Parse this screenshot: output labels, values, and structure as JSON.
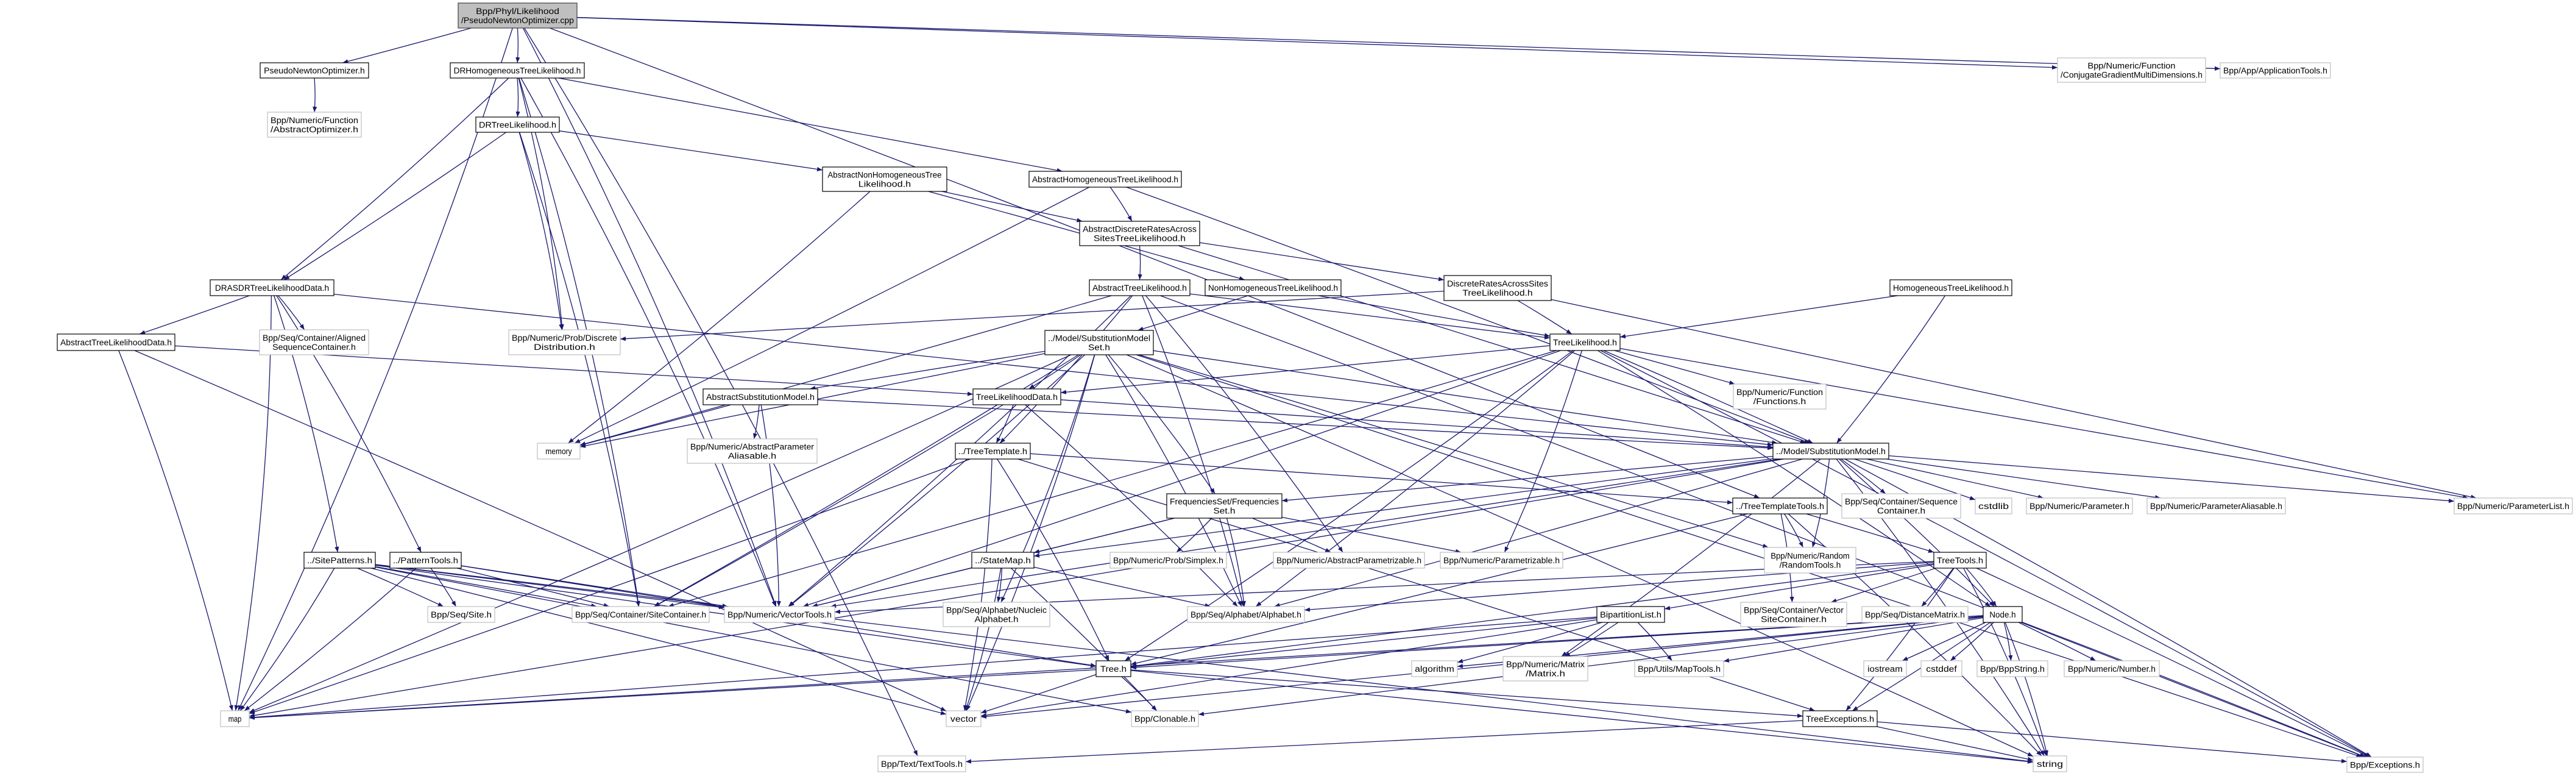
{
  "colors": {
    "edge": "#191970",
    "documented_border": "#000000",
    "external_border": "#bfbfbf",
    "root_fill": "#bfbfbf",
    "node_fill": "#ffffff"
  },
  "nodes": [
    {
      "id": "root",
      "kind": "root",
      "lines": [
        "Bpp/Phyl/Likelihood",
        "/PseudoNewtonOptimizer.cpp"
      ]
    },
    {
      "id": "pno",
      "kind": "doc",
      "lines": [
        "PseudoNewtonOptimizer.h"
      ]
    },
    {
      "id": "absopt",
      "kind": "ext",
      "lines": [
        "Bpp/Numeric/Function",
        "/AbstractOptimizer.h"
      ]
    },
    {
      "id": "drhtl",
      "kind": "doc",
      "lines": [
        "DRHomogeneousTreeLikelihood.h"
      ]
    },
    {
      "id": "drtl",
      "kind": "doc",
      "lines": [
        "DRTreeLikelihood.h"
      ]
    },
    {
      "id": "anhtl",
      "kind": "doc",
      "lines": [
        "AbstractNonHomogeneousTree",
        "Likelihood.h"
      ]
    },
    {
      "id": "ahtl",
      "kind": "doc",
      "lines": [
        "AbstractHomogeneousTreeLikelihood.h"
      ]
    },
    {
      "id": "adrastl",
      "kind": "doc",
      "lines": [
        "AbstractDiscreteRatesAcross",
        "SitesTreeLikelihood.h"
      ]
    },
    {
      "id": "drasdr",
      "kind": "doc",
      "lines": [
        "DRASDRTreeLikelihoodData.h"
      ]
    },
    {
      "id": "atld",
      "kind": "doc",
      "lines": [
        "AbstractTreeLikelihoodData.h"
      ]
    },
    {
      "id": "aligned",
      "kind": "ext",
      "lines": [
        "Bpp/Seq/Container/Aligned",
        "SequenceContainer.h"
      ]
    },
    {
      "id": "discdist",
      "kind": "ext",
      "lines": [
        "Bpp/Numeric/Prob/Discrete",
        "Distribution.h"
      ]
    },
    {
      "id": "memory",
      "kind": "ext",
      "lines": [
        "memory"
      ]
    },
    {
      "id": "atl",
      "kind": "doc",
      "lines": [
        "AbstractTreeLikelihood.h"
      ]
    },
    {
      "id": "nhtl",
      "kind": "doc",
      "lines": [
        "NonHomogeneousTreeLikelihood.h"
      ]
    },
    {
      "id": "drastl",
      "kind": "doc",
      "lines": [
        "DiscreteRatesAcrossSites",
        "TreeLikelihood.h"
      ]
    },
    {
      "id": "htl",
      "kind": "doc",
      "lines": [
        "HomogeneousTreeLikelihood.h"
      ]
    },
    {
      "id": "tl",
      "kind": "doc",
      "lines": [
        "TreeLikelihood.h"
      ]
    },
    {
      "id": "functions",
      "kind": "ext",
      "lines": [
        "Bpp/Numeric/Function",
        "/Functions.h"
      ]
    },
    {
      "id": "sms",
      "kind": "doc",
      "lines": [
        "../Model/SubstitutionModel",
        "Set.h"
      ]
    },
    {
      "id": "asm",
      "kind": "doc",
      "lines": [
        "AbstractSubstitutionModel.h"
      ]
    },
    {
      "id": "tld",
      "kind": "doc",
      "lines": [
        "TreeLikelihoodData.h"
      ]
    },
    {
      "id": "apa",
      "kind": "ext",
      "lines": [
        "Bpp/Numeric/AbstractParameter",
        "Aliasable.h"
      ]
    },
    {
      "id": "tt",
      "kind": "doc",
      "lines": [
        "../TreeTemplate.h"
      ]
    },
    {
      "id": "sm",
      "kind": "doc",
      "lines": [
        "../Model/SubstitutionModel.h"
      ]
    },
    {
      "id": "ttt",
      "kind": "doc",
      "lines": [
        "../TreeTemplateTools.h"
      ]
    },
    {
      "id": "seqcont",
      "kind": "ext",
      "lines": [
        "Bpp/Seq/Container/Sequence",
        "Container.h"
      ]
    },
    {
      "id": "cstdlib",
      "kind": "ext",
      "lines": [
        "cstdlib"
      ]
    },
    {
      "id": "param",
      "kind": "ext",
      "lines": [
        "Bpp/Numeric/Parameter.h"
      ]
    },
    {
      "id": "paramal",
      "kind": "ext",
      "lines": [
        "Bpp/Numeric/ParameterAliasable.h"
      ]
    },
    {
      "id": "plist",
      "kind": "ext",
      "lines": [
        "Bpp/Numeric/ParameterList.h"
      ]
    },
    {
      "id": "freq",
      "kind": "doc",
      "lines": [
        "FrequenciesSet/Frequencies",
        "Set.h"
      ]
    },
    {
      "id": "sitepat",
      "kind": "doc",
      "lines": [
        "../SitePatterns.h"
      ]
    },
    {
      "id": "pattools",
      "kind": "doc",
      "lines": [
        "../PatternTools.h"
      ]
    },
    {
      "id": "statemap",
      "kind": "doc",
      "lines": [
        "../StateMap.h"
      ]
    },
    {
      "id": "simplex",
      "kind": "ext",
      "lines": [
        "Bpp/Numeric/Prob/Simplex.h"
      ]
    },
    {
      "id": "absparamz",
      "kind": "ext",
      "lines": [
        "Bpp/Numeric/AbstractParametrizable.h"
      ]
    },
    {
      "id": "paramz",
      "kind": "ext",
      "lines": [
        "Bpp/Numeric/Parametrizable.h"
      ]
    },
    {
      "id": "random",
      "kind": "ext",
      "lines": [
        "Bpp/Numeric/Random",
        "/RandomTools.h"
      ]
    },
    {
      "id": "treetools",
      "kind": "doc",
      "lines": [
        "TreeTools.h"
      ]
    },
    {
      "id": "site",
      "kind": "ext",
      "lines": [
        "Bpp/Seq/Site.h"
      ]
    },
    {
      "id": "sitecont",
      "kind": "ext",
      "lines": [
        "Bpp/Seq/Container/SiteContainer.h"
      ]
    },
    {
      "id": "vectools",
      "kind": "ext",
      "lines": [
        "Bpp/Numeric/VectorTools.h"
      ]
    },
    {
      "id": "nucleic",
      "kind": "ext",
      "lines": [
        "Bpp/Seq/Alphabet/Nucleic",
        "Alphabet.h"
      ]
    },
    {
      "id": "alphabet",
      "kind": "ext",
      "lines": [
        "Bpp/Seq/Alphabet/Alphabet.h"
      ]
    },
    {
      "id": "bipart",
      "kind": "doc",
      "lines": [
        "BipartitionList.h"
      ]
    },
    {
      "id": "vsc",
      "kind": "ext",
      "lines": [
        "Bpp/Seq/Container/Vector",
        "SiteContainer.h"
      ]
    },
    {
      "id": "distmat",
      "kind": "ext",
      "lines": [
        "Bpp/Seq/DistanceMatrix.h"
      ]
    },
    {
      "id": "node",
      "kind": "doc",
      "lines": [
        "Node.h"
      ]
    },
    {
      "id": "tree",
      "kind": "doc",
      "lines": [
        "Tree.h"
      ]
    },
    {
      "id": "algorithm",
      "kind": "ext",
      "lines": [
        "algorithm"
      ]
    },
    {
      "id": "matrix",
      "kind": "ext",
      "lines": [
        "Bpp/Numeric/Matrix",
        "/Matrix.h"
      ]
    },
    {
      "id": "maptools",
      "kind": "ext",
      "lines": [
        "Bpp/Utils/MapTools.h"
      ]
    },
    {
      "id": "iostream",
      "kind": "ext",
      "lines": [
        "iostream"
      ]
    },
    {
      "id": "cstddef",
      "kind": "ext",
      "lines": [
        "cstddef"
      ]
    },
    {
      "id": "bppstring",
      "kind": "ext",
      "lines": [
        "Bpp/BppString.h"
      ]
    },
    {
      "id": "number",
      "kind": "ext",
      "lines": [
        "Bpp/Numeric/Number.h"
      ]
    },
    {
      "id": "map",
      "kind": "ext",
      "lines": [
        "map"
      ]
    },
    {
      "id": "vector",
      "kind": "ext",
      "lines": [
        "vector"
      ]
    },
    {
      "id": "clonable",
      "kind": "ext",
      "lines": [
        "Bpp/Clonable.h"
      ]
    },
    {
      "id": "treeexc",
      "kind": "doc",
      "lines": [
        "TreeExceptions.h"
      ]
    },
    {
      "id": "string",
      "kind": "ext",
      "lines": [
        "string"
      ]
    },
    {
      "id": "texttools",
      "kind": "ext",
      "lines": [
        "Bpp/Text/TextTools.h"
      ]
    },
    {
      "id": "exceptions",
      "kind": "ext",
      "lines": [
        "Bpp/Exceptions.h"
      ]
    },
    {
      "id": "conjgrad",
      "kind": "ext",
      "lines": [
        "Bpp/Numeric/Function",
        "/ConjugateGradientMultiDimensions.h"
      ]
    },
    {
      "id": "apptools",
      "kind": "ext",
      "lines": [
        "Bpp/App/ApplicationTools.h"
      ]
    }
  ],
  "edges": [
    [
      "root",
      "pno"
    ],
    [
      "root",
      "drhtl"
    ],
    [
      "root",
      "map"
    ],
    [
      "root",
      "texttools"
    ],
    [
      "root",
      "vectools"
    ],
    [
      "root",
      "conjgrad"
    ],
    [
      "root",
      "apptools"
    ],
    [
      "root",
      "ttt"
    ],
    [
      "pno",
      "absopt"
    ],
    [
      "drhtl",
      "drtl"
    ],
    [
      "drhtl",
      "drasdr"
    ],
    [
      "drhtl",
      "ahtl"
    ],
    [
      "drhtl",
      "discdist"
    ],
    [
      "drhtl",
      "vectools"
    ],
    [
      "drhtl",
      "sitecont"
    ],
    [
      "drtl",
      "anhtl"
    ],
    [
      "drtl",
      "drasdr"
    ],
    [
      "drtl",
      "discdist"
    ],
    [
      "drtl",
      "sitecont"
    ],
    [
      "anhtl",
      "adrastl"
    ],
    [
      "anhtl",
      "nhtl"
    ],
    [
      "anhtl",
      "memory"
    ],
    [
      "ahtl",
      "adrastl"
    ],
    [
      "ahtl",
      "memory"
    ],
    [
      "ahtl",
      "sm"
    ],
    [
      "adrastl",
      "atl"
    ],
    [
      "adrastl",
      "drastl"
    ],
    [
      "adrastl",
      "sm"
    ],
    [
      "drasdr",
      "atld"
    ],
    [
      "drasdr",
      "aligned"
    ],
    [
      "drasdr",
      "sitepat"
    ],
    [
      "drasdr",
      "pattools"
    ],
    [
      "drasdr",
      "map"
    ],
    [
      "drasdr",
      "sm"
    ],
    [
      "atld",
      "tld"
    ],
    [
      "atld",
      "map"
    ],
    [
      "atld",
      "vector"
    ],
    [
      "atl",
      "tl"
    ],
    [
      "atl",
      "tt"
    ],
    [
      "atl",
      "memory"
    ],
    [
      "atl",
      "absparamz"
    ],
    [
      "atl",
      "alphabet"
    ],
    [
      "atl",
      "vectools"
    ],
    [
      "atl",
      "exceptions"
    ],
    [
      "nhtl",
      "sms"
    ],
    [
      "nhtl",
      "tl"
    ],
    [
      "drastl",
      "tl"
    ],
    [
      "drastl",
      "discdist"
    ],
    [
      "drastl",
      "plist"
    ],
    [
      "htl",
      "tl"
    ],
    [
      "htl",
      "sm"
    ],
    [
      "tl",
      "functions"
    ],
    [
      "tl",
      "sm"
    ],
    [
      "tl",
      "tld"
    ],
    [
      "tl",
      "paramz"
    ],
    [
      "tl",
      "vectools"
    ],
    [
      "tl",
      "tree"
    ],
    [
      "tl",
      "alphabet"
    ],
    [
      "tl",
      "plist"
    ],
    [
      "tl",
      "exceptions"
    ],
    [
      "tl",
      "node"
    ],
    [
      "tl",
      "sitecont"
    ],
    [
      "sms",
      "asm"
    ],
    [
      "sms",
      "freq"
    ],
    [
      "sms",
      "sm"
    ],
    [
      "sms",
      "vectools"
    ],
    [
      "sms",
      "alphabet"
    ],
    [
      "sms",
      "random"
    ],
    [
      "sms",
      "map"
    ],
    [
      "sms",
      "memory"
    ],
    [
      "sms",
      "sitecont"
    ],
    [
      "sms",
      "nucleic"
    ],
    [
      "sms",
      "vector"
    ],
    [
      "sms",
      "string"
    ],
    [
      "sms",
      "exceptions"
    ],
    [
      "sms",
      "tld"
    ],
    [
      "asm",
      "apa"
    ],
    [
      "asm",
      "memory"
    ],
    [
      "asm",
      "sm"
    ],
    [
      "asm",
      "vectools"
    ],
    [
      "tld",
      "tt"
    ],
    [
      "tld",
      "sitecont"
    ],
    [
      "tld",
      "alphabet"
    ],
    [
      "tld",
      "sm"
    ],
    [
      "tt",
      "ttt"
    ],
    [
      "tt",
      "tree"
    ],
    [
      "tt",
      "vector"
    ],
    [
      "tt",
      "treeexc"
    ],
    [
      "tt",
      "map"
    ],
    [
      "sm",
      "seqcont"
    ],
    [
      "sm",
      "cstdlib"
    ],
    [
      "sm",
      "param"
    ],
    [
      "sm",
      "paramal"
    ],
    [
      "sm",
      "plist"
    ],
    [
      "sm",
      "freq"
    ],
    [
      "sm",
      "statemap"
    ],
    [
      "sm",
      "vectools"
    ],
    [
      "sm",
      "alphabet"
    ],
    [
      "sm",
      "map"
    ],
    [
      "sm",
      "string"
    ],
    [
      "sm",
      "exceptions"
    ],
    [
      "sm",
      "matrix"
    ],
    [
      "sm",
      "random"
    ],
    [
      "sm",
      "node"
    ],
    [
      "ttt",
      "treetools"
    ],
    [
      "ttt",
      "random"
    ],
    [
      "ttt",
      "vsc"
    ],
    [
      "ttt",
      "string"
    ],
    [
      "ttt",
      "tree"
    ],
    [
      "freq",
      "statemap"
    ],
    [
      "freq",
      "simplex"
    ],
    [
      "freq",
      "absparamz"
    ],
    [
      "freq",
      "paramz"
    ],
    [
      "freq",
      "alphabet"
    ],
    [
      "freq",
      "vectools"
    ],
    [
      "statemap",
      "nucleic"
    ],
    [
      "statemap",
      "alphabet"
    ],
    [
      "statemap",
      "vector"
    ],
    [
      "statemap",
      "clonable"
    ],
    [
      "statemap",
      "vectools"
    ],
    [
      "treetools",
      "bipart"
    ],
    [
      "treetools",
      "vsc"
    ],
    [
      "treetools",
      "distmat"
    ],
    [
      "treetools",
      "node"
    ],
    [
      "treetools",
      "tree"
    ],
    [
      "treetools",
      "alphabet"
    ],
    [
      "treetools",
      "vectools"
    ],
    [
      "treetools",
      "treeexc"
    ],
    [
      "treetools",
      "exceptions"
    ],
    [
      "treetools",
      "string"
    ],
    [
      "bipart",
      "tree"
    ],
    [
      "bipart",
      "algorithm"
    ],
    [
      "bipart",
      "matrix"
    ],
    [
      "bipart",
      "maptools"
    ],
    [
      "bipart",
      "map"
    ],
    [
      "bipart",
      "vector"
    ],
    [
      "node",
      "iostream"
    ],
    [
      "node",
      "cstddef"
    ],
    [
      "node",
      "bppstring"
    ],
    [
      "node",
      "number"
    ],
    [
      "node",
      "maptools"
    ],
    [
      "node",
      "treeexc"
    ],
    [
      "node",
      "string"
    ],
    [
      "node",
      "exceptions"
    ],
    [
      "node",
      "vector"
    ],
    [
      "node",
      "map"
    ],
    [
      "node",
      "clonable"
    ],
    [
      "node",
      "algorithm"
    ],
    [
      "node",
      "tree"
    ],
    [
      "tree",
      "map"
    ],
    [
      "tree",
      "vector"
    ],
    [
      "tree",
      "clonable"
    ],
    [
      "tree",
      "treeexc"
    ],
    [
      "tree",
      "string"
    ],
    [
      "treeexc",
      "exceptions"
    ],
    [
      "treeexc",
      "string"
    ],
    [
      "treeexc",
      "texttools"
    ],
    [
      "sitepat",
      "site"
    ],
    [
      "sitepat",
      "sitecont"
    ],
    [
      "sitepat",
      "vectools"
    ],
    [
      "sitepat",
      "map"
    ],
    [
      "sitepat",
      "vector"
    ],
    [
      "sitepat",
      "tree"
    ],
    [
      "sitepat",
      "clonable"
    ],
    [
      "sitepat",
      "string"
    ],
    [
      "pattools",
      "site"
    ],
    [
      "pattools",
      "sitecont"
    ],
    [
      "pattools",
      "vectools"
    ],
    [
      "pattools",
      "map"
    ],
    [
      "pattools",
      "tree"
    ]
  ]
}
